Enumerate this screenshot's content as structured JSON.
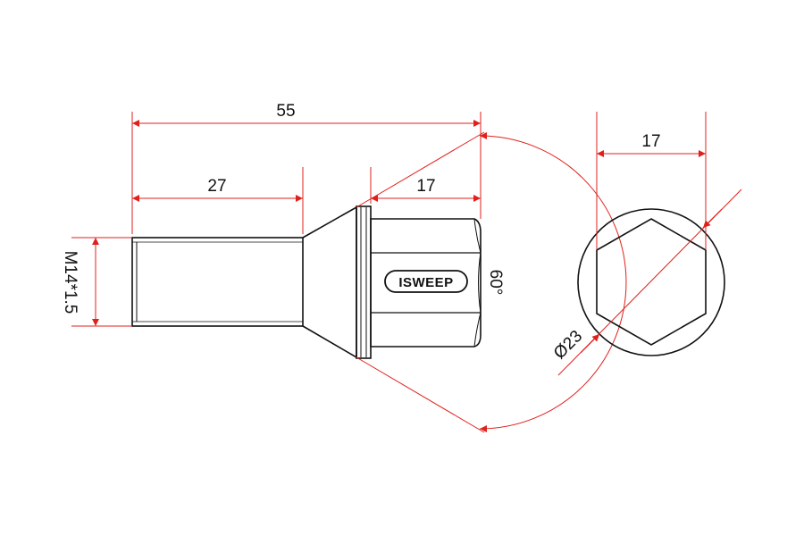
{
  "brand": {
    "logo_text": "ISWEEP"
  },
  "dimensions": {
    "overall_length": "55",
    "thread_length": "27",
    "hex_length": "17",
    "thread_spec": "M14*1.5",
    "seat_angle": "60°",
    "hex_width": "17",
    "flange_diameter": "Ø23"
  },
  "colors": {
    "dimension_line": "#e0201c",
    "outline": "#111111",
    "background": "#ffffff"
  }
}
